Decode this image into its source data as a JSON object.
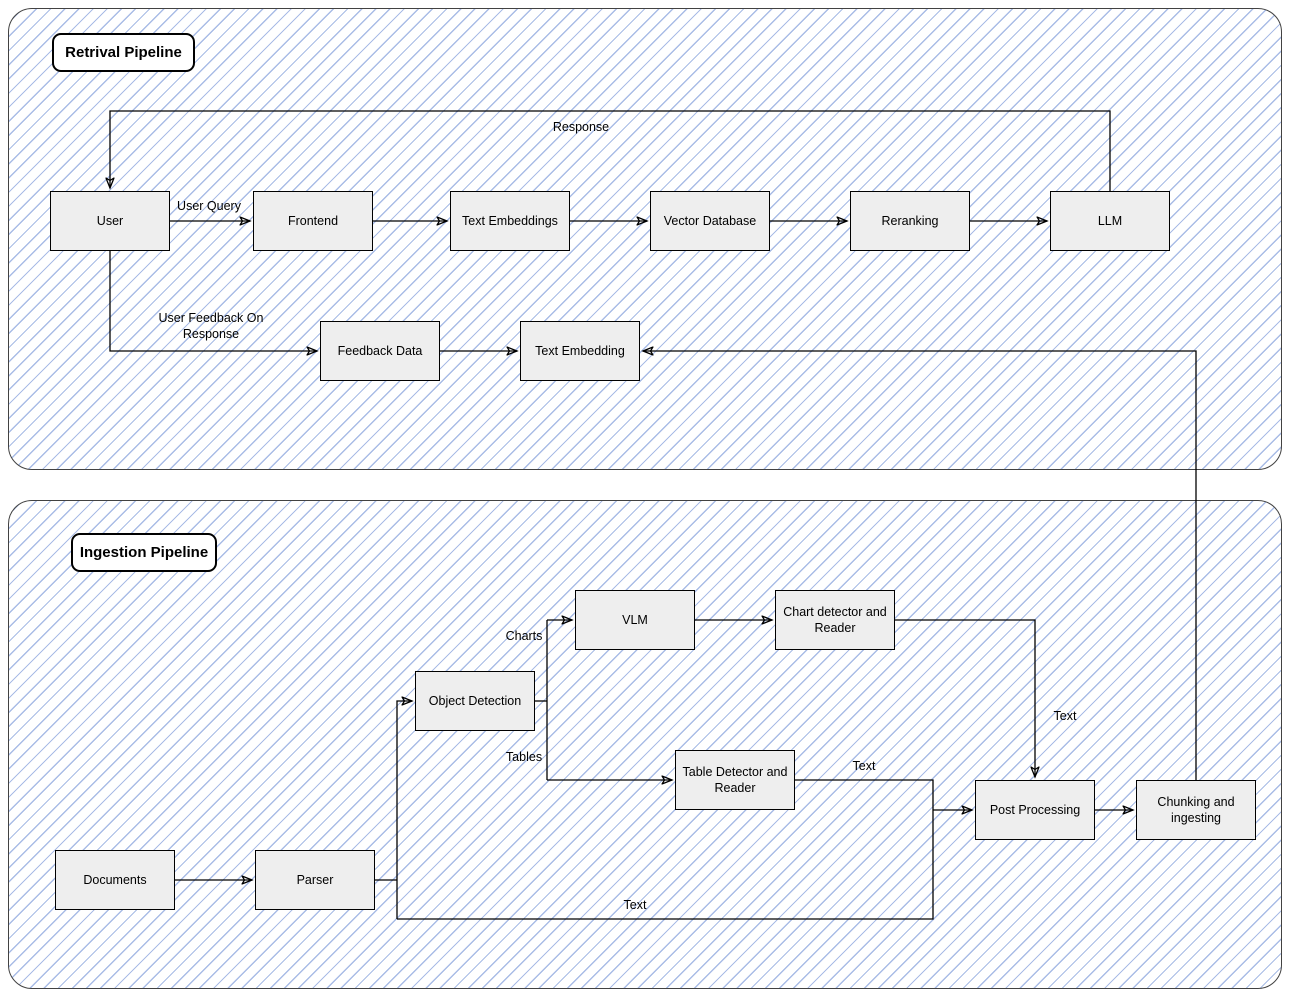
{
  "diagram": {
    "retrieval": {
      "title": "Retrival Pipeline",
      "nodes": {
        "user": "User",
        "frontend": "Frontend",
        "text_embeddings": "Text Embeddings",
        "vector_database": "Vector Database",
        "reranking": "Reranking",
        "llm": "LLM",
        "feedback_data": "Feedback Data",
        "text_embedding": "Text Embedding"
      },
      "edge_labels": {
        "user_query": "User Query",
        "response": "Response",
        "user_feedback": "User Feedback On Response"
      }
    },
    "ingestion": {
      "title": "Ingestion Pipeline",
      "nodes": {
        "documents": "Documents",
        "parser": "Parser",
        "object_detection": "Object Detection",
        "vlm": "VLM",
        "chart_detector": "Chart detector and Reader",
        "table_detector": "Table Detector and Reader",
        "post_processing": "Post Processing",
        "chunking": "Chunking and ingesting"
      },
      "edge_labels": {
        "charts": "Charts",
        "tables": "Tables",
        "text_chart": "Text",
        "text_table": "Text",
        "text_parser": "Text"
      }
    },
    "colors": {
      "node_fill": "#eeeeee",
      "node_border": "#000000",
      "hatch_line": "#a9bce6",
      "section_border": "#424242",
      "connector": "#000000"
    }
  }
}
